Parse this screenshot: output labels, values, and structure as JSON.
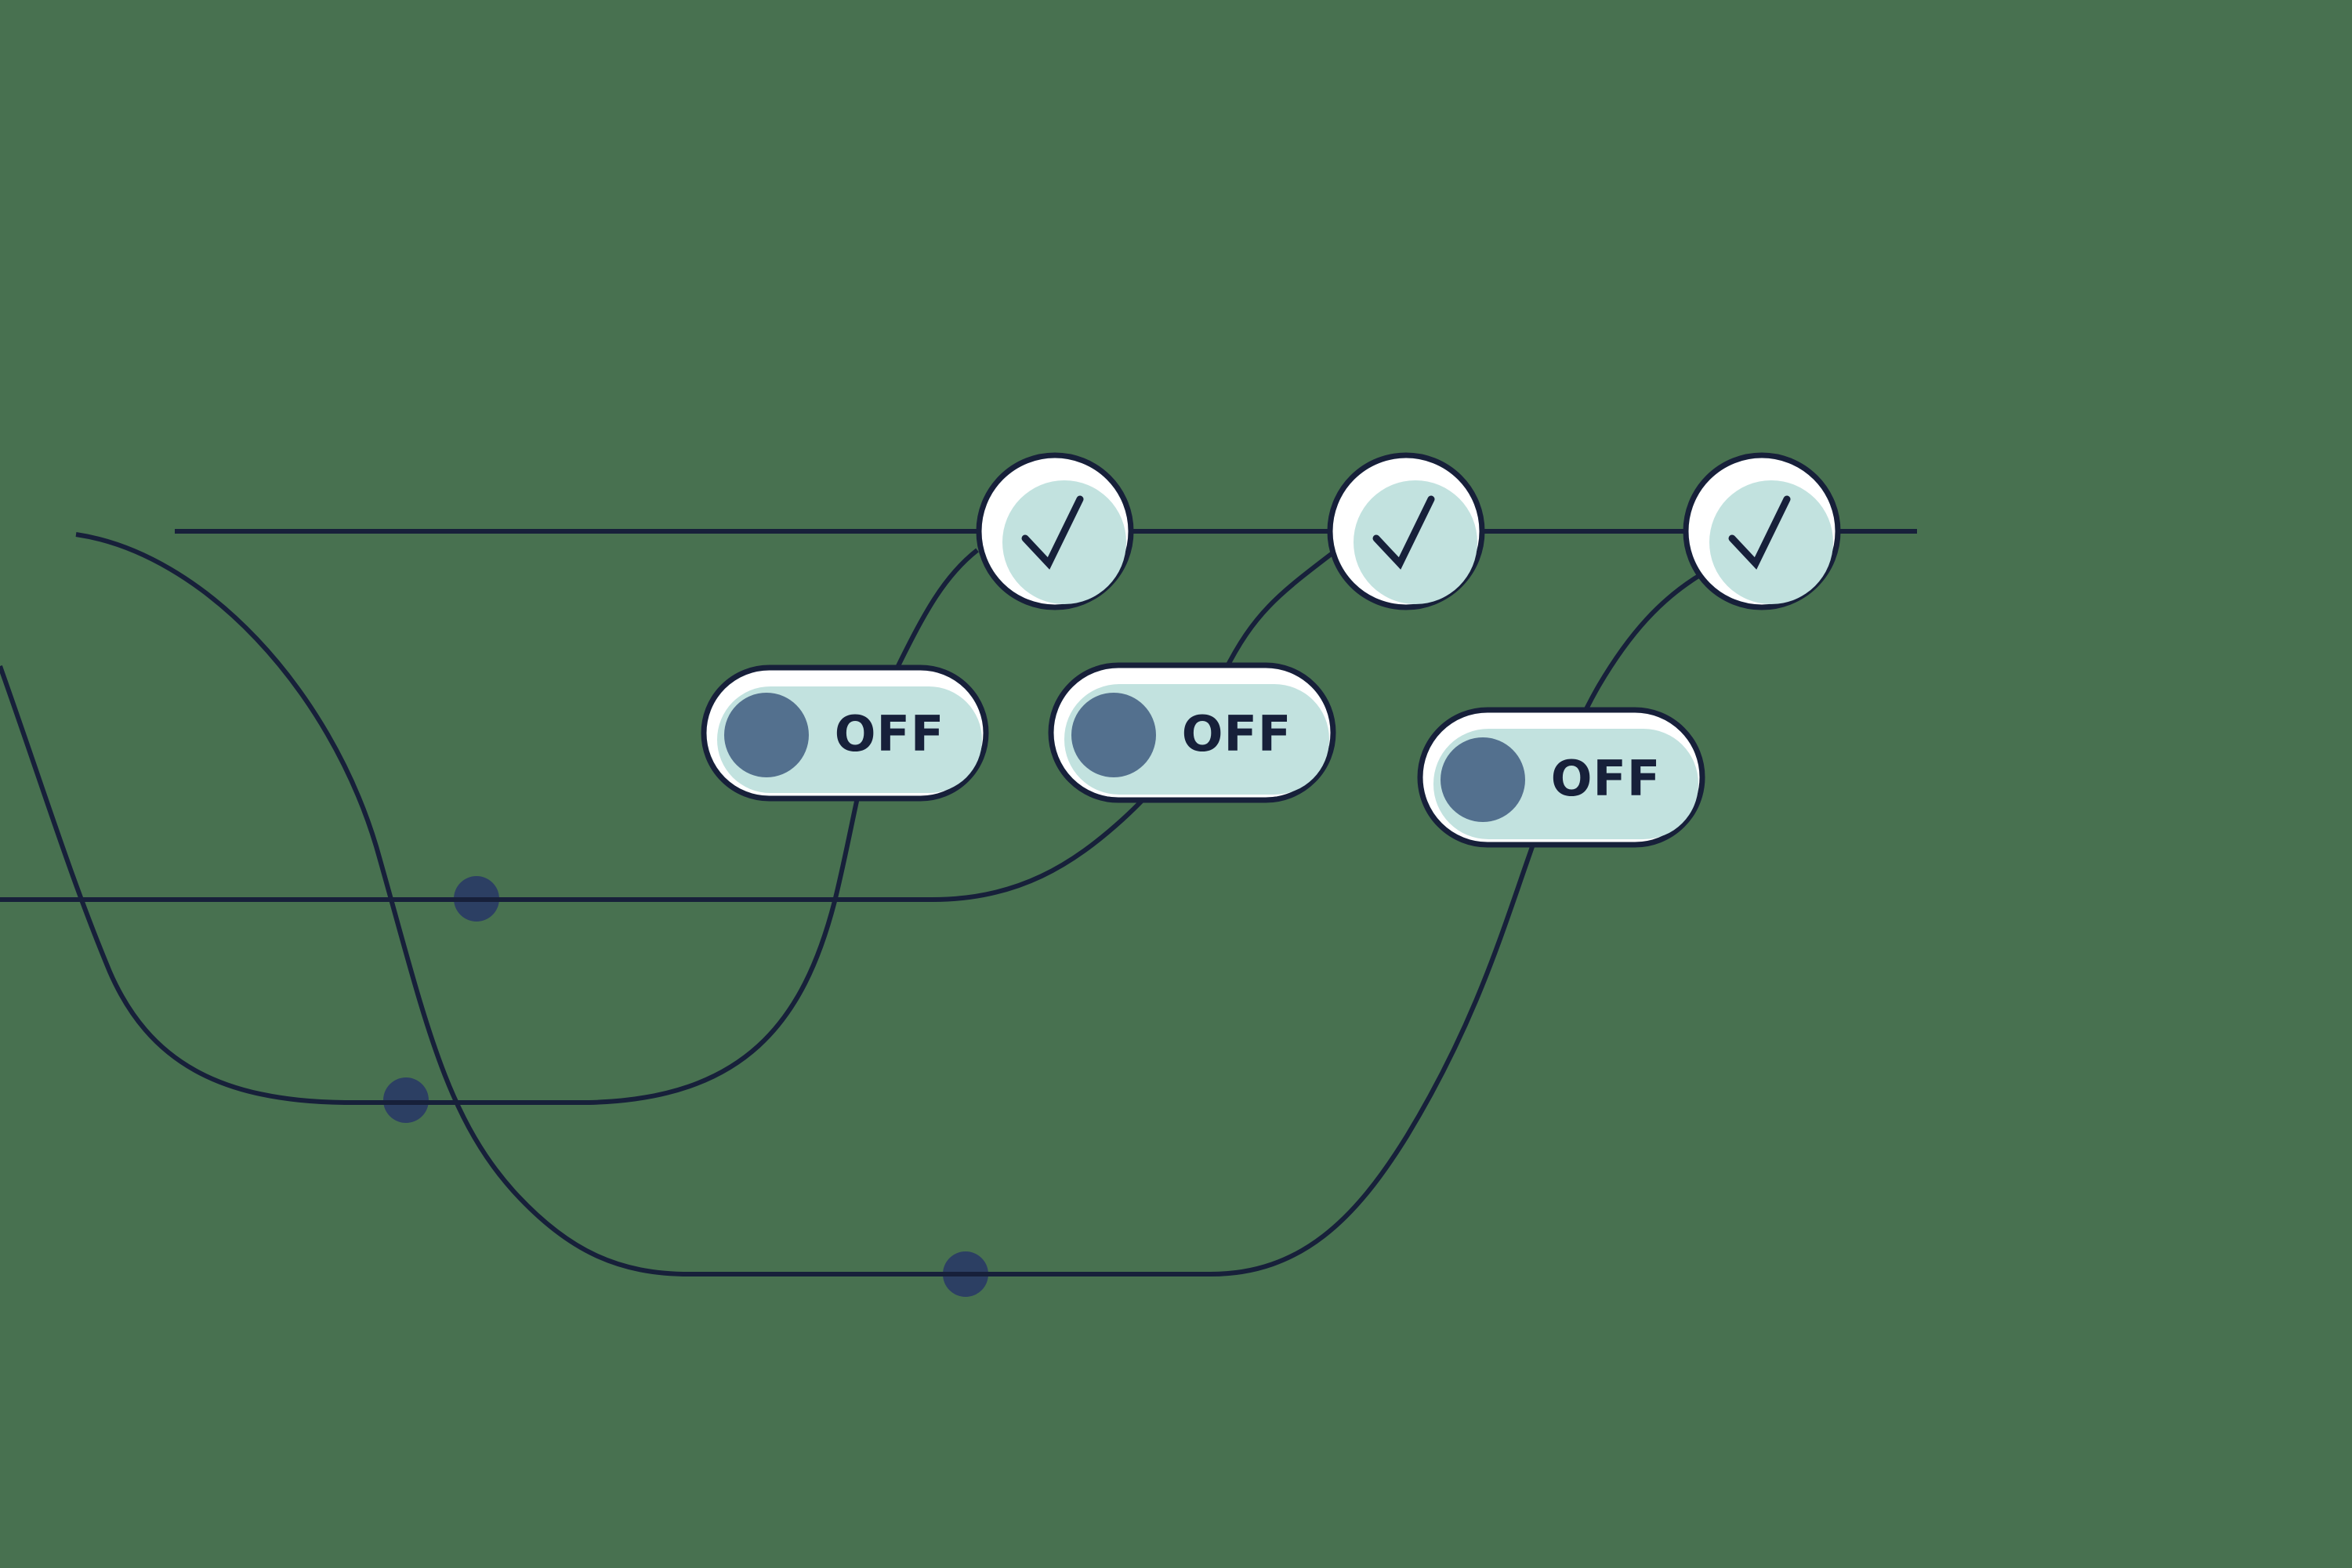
{
  "illustration": {
    "background_color": "#487150",
    "palette": {
      "line_navy": "#17203A",
      "dot_blue": "#2C3F63",
      "surface_white": "#FFFFFF",
      "surface_teal": "#C2E2DF",
      "knob_slate": "#53708E",
      "text_navy": "#17203A"
    },
    "checkpoints": [
      {
        "icon": "checkmark-icon",
        "state": "complete"
      },
      {
        "icon": "checkmark-icon",
        "state": "complete"
      },
      {
        "icon": "checkmark-icon",
        "state": "complete"
      }
    ],
    "toggles": [
      {
        "label": "OFF",
        "state": "off"
      },
      {
        "label": "OFF",
        "state": "off"
      },
      {
        "label": "OFF",
        "state": "off"
      }
    ],
    "milestone_dots": {
      "count": 3
    }
  }
}
